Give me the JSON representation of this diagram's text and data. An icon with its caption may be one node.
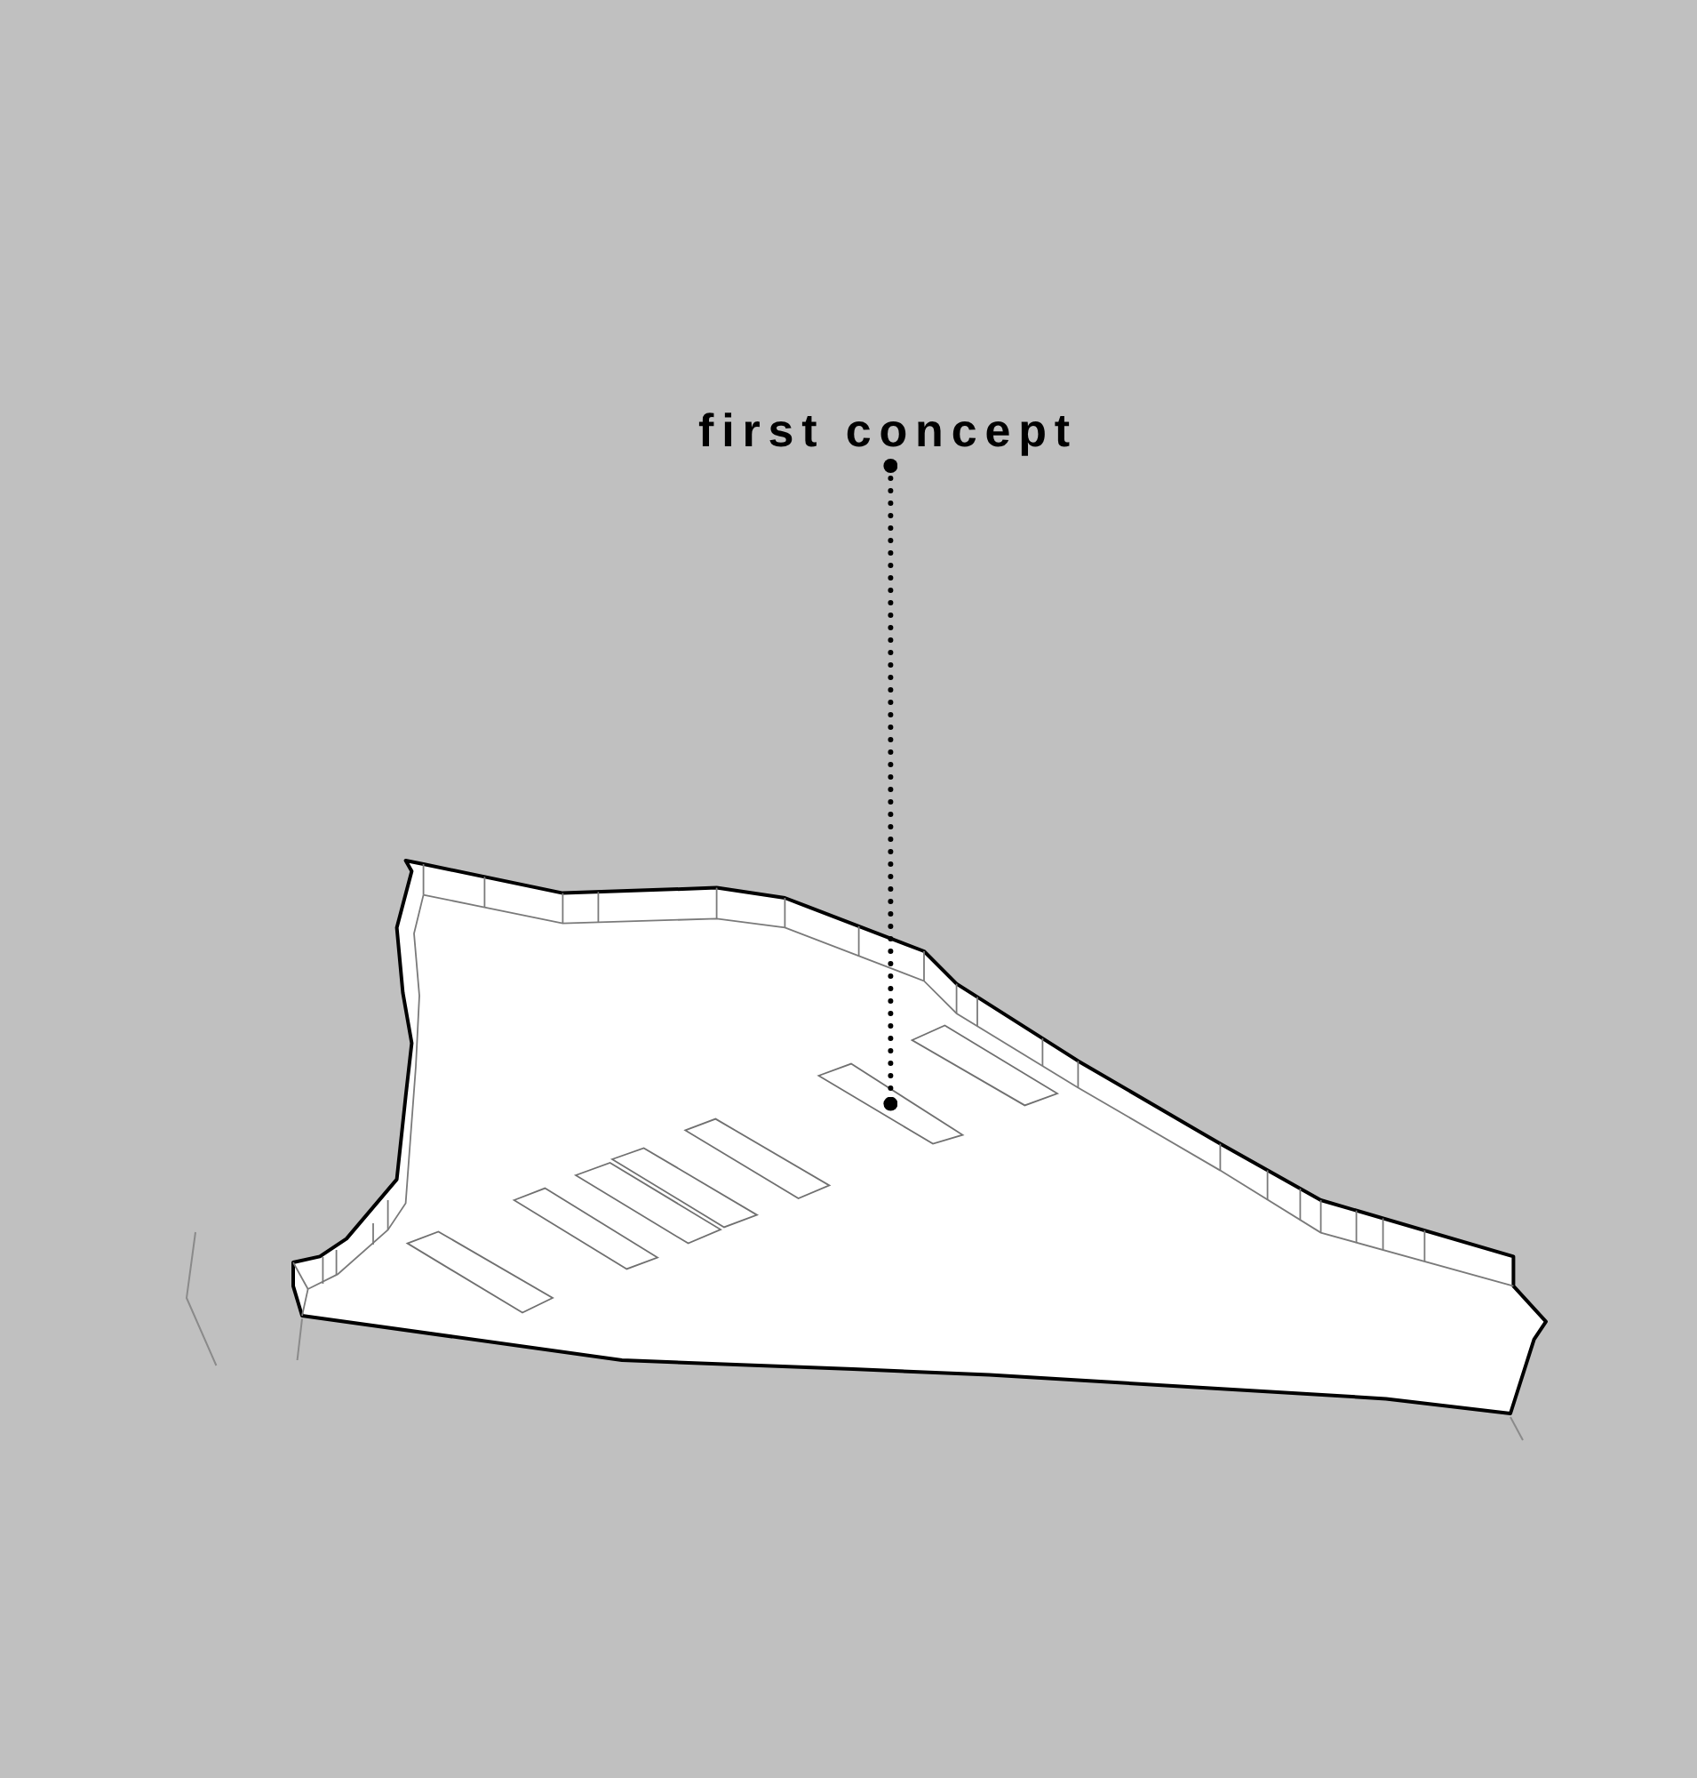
{
  "diagram": {
    "nodes": [
      {
        "text": [
          "first concept"
        ]
      },
      {
        "text": [],
        "shape": "box"
      }
    ],
    "edges": [
      {
        "from": 0,
        "to": 1,
        "arrow": "other",
        "style": "dashed"
      }
    ]
  }
}
